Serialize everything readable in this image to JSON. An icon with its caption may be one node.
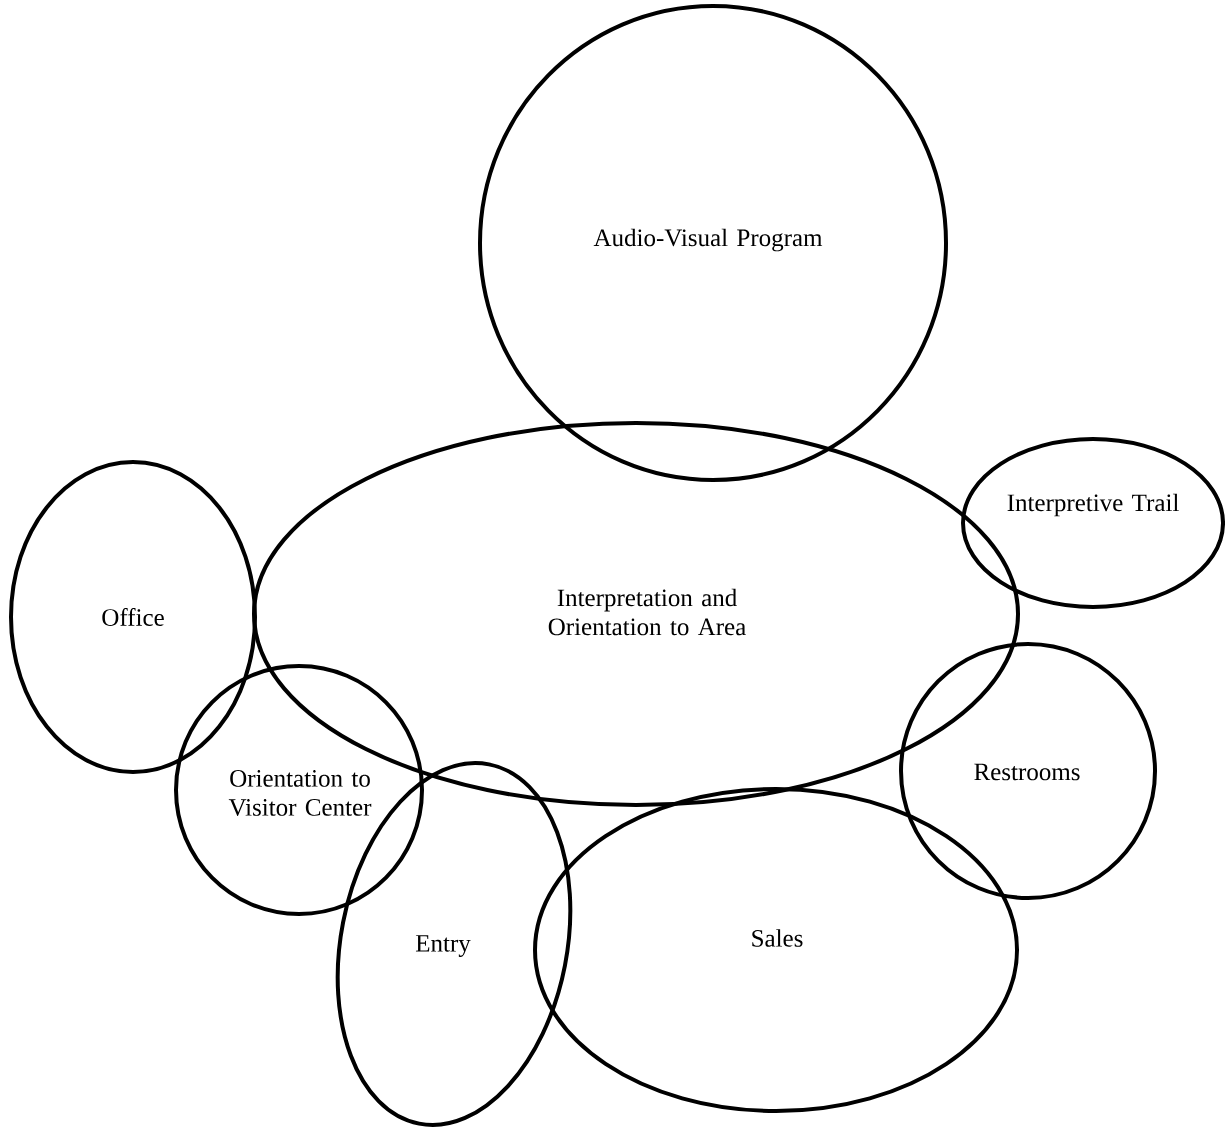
{
  "diagram": {
    "nodes": [
      {
        "text": [
          "Audio-Visual Program"
        ]
      },
      {
        "text": [
          "Interpretive Trail"
        ]
      },
      {
        "text": [
          "Interpretation and Orientation to Area"
        ]
      },
      {
        "text": [
          "Office"
        ]
      },
      {
        "text": [
          "Restrooms"
        ]
      },
      {
        "text": [
          "Orientation to Visitor Center"
        ]
      },
      {
        "text": [
          "Sales"
        ]
      },
      {
        "text": [
          "Entry"
        ]
      }
    ]
  }
}
